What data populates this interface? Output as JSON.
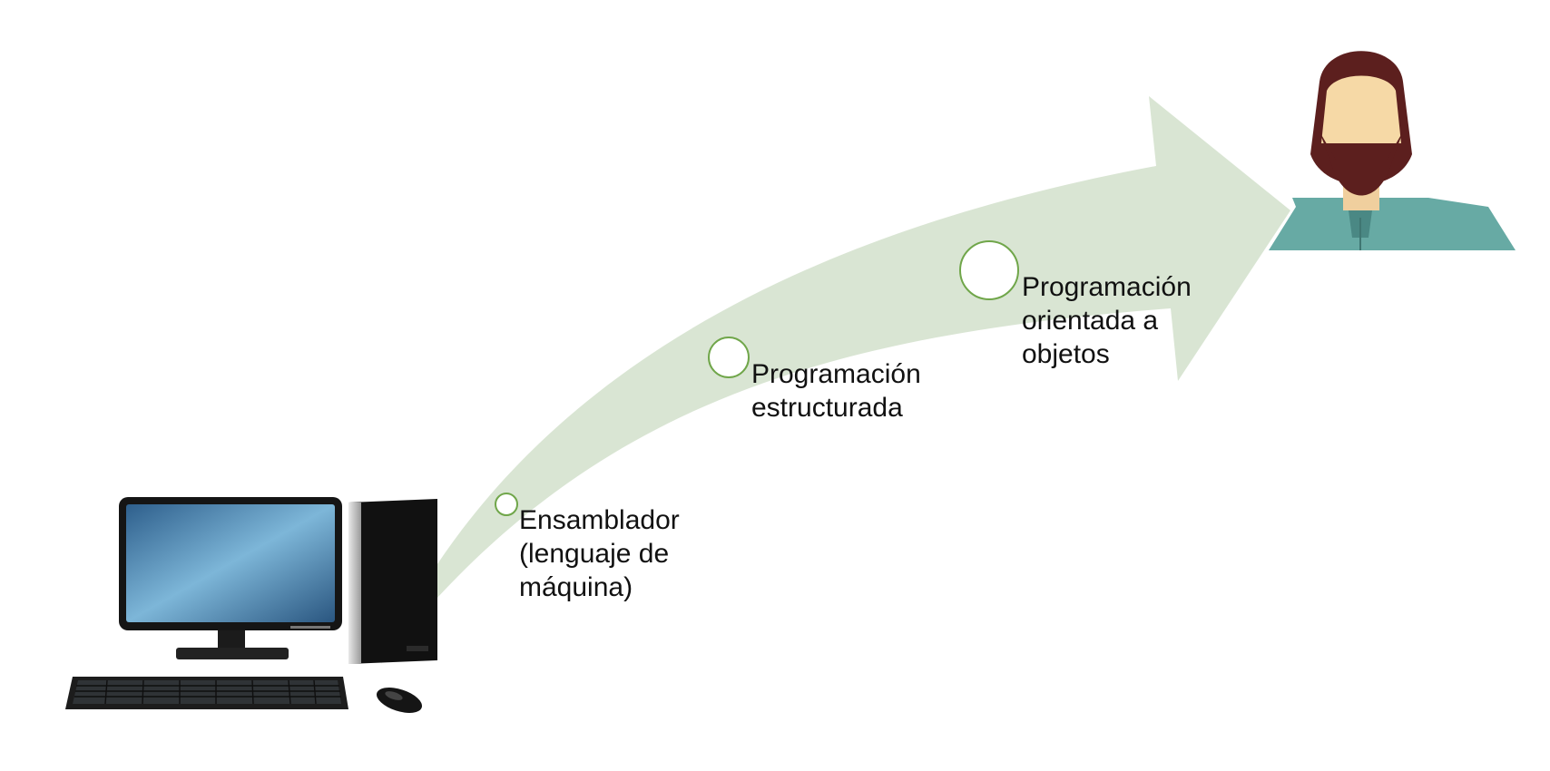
{
  "colors": {
    "arrow_fill": "#d9e5d3",
    "circle_stroke": "#70a64a",
    "circle_fill": "#ffffff",
    "text": "#111111"
  },
  "icons": {
    "start": "desktop-computer-icon",
    "end": "bearded-person-avatar-icon"
  },
  "steps": [
    {
      "lines": [
        "Ensamblador",
        "(lenguaje de",
        "máquina)"
      ]
    },
    {
      "lines": [
        "Programación",
        "estructurada"
      ]
    },
    {
      "lines": [
        "Programación",
        "orientada a",
        "objetos"
      ]
    }
  ]
}
